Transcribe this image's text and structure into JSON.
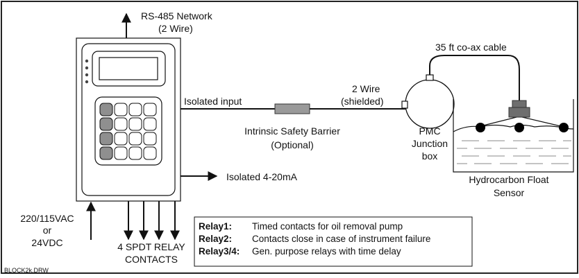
{
  "labels": {
    "network_line1": "RS-485 Network",
    "network_line2": "(2 Wire)",
    "isolated_input": "Isolated input",
    "wire_line1": "2 Wire",
    "wire_line2": "(shielded)",
    "cable": "35 ft co-ax cable",
    "barrier_line1": "Intrinsic Safety Barrier",
    "barrier_line2": "(Optional)",
    "junction_line1": "PMC",
    "junction_line2": "Junction",
    "junction_line3": "box",
    "analog_output": "Isolated 4-20mA",
    "sensor_line1": "Hydrocarbon Float",
    "sensor_line2": "Sensor",
    "power_line1": "220/115VAC",
    "power_line2": "or",
    "power_line3": "24VDC",
    "relay_contacts_line1": "4 SPDT RELAY",
    "relay_contacts_line2": "CONTACTS",
    "drawing_id": "BLOCK2k.DRW"
  },
  "relay_legend": [
    {
      "key": "Relay1:",
      "text": "Timed contacts for oil removal pump"
    },
    {
      "key": "Relay2:",
      "text": "Contacts close in case of instrument failure"
    },
    {
      "key": "Relay3/4:",
      "text": "Gen. purpose relays with time delay"
    }
  ],
  "colors": {
    "line": "#111111",
    "key_dark": "#8f8f8f",
    "barrier": "#9a9a9a",
    "float_top": "#6e6e6e"
  }
}
